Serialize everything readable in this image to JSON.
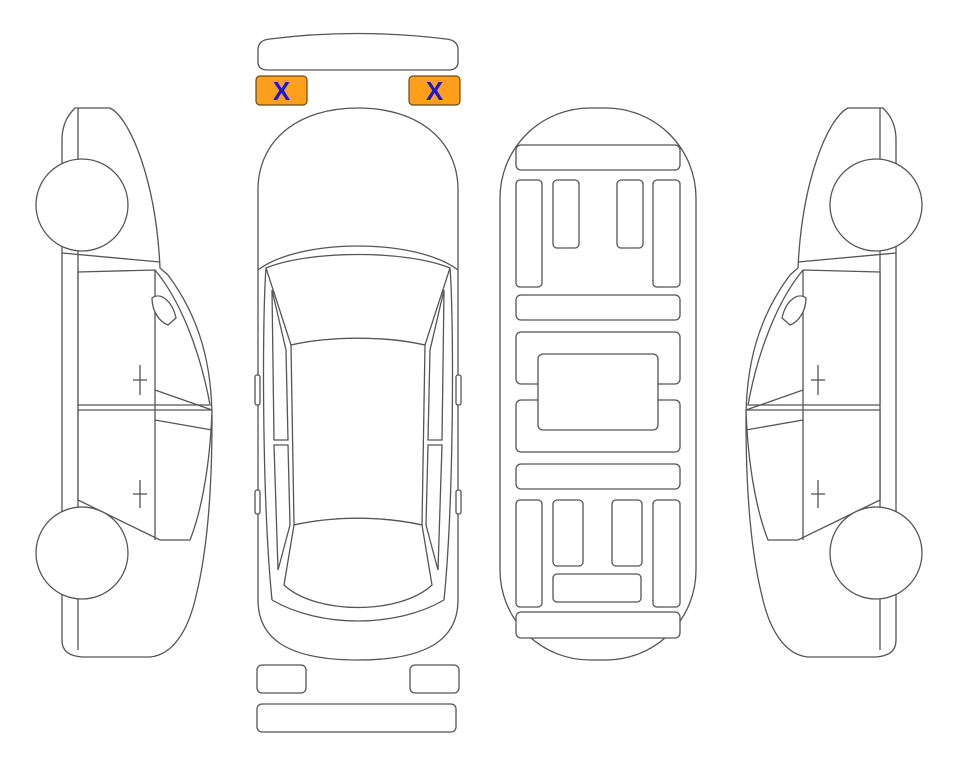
{
  "diagram": {
    "stroke_color": "#555555",
    "background": "#ffffff",
    "marker_fill": "#FF9F1C",
    "marker_stroke": "#6b4a12",
    "marker_text_color": "#1a1ad6",
    "markers": [
      {
        "id": "front-left-headlight",
        "label": "X"
      },
      {
        "id": "front-right-headlight",
        "label": "X"
      }
    ]
  }
}
